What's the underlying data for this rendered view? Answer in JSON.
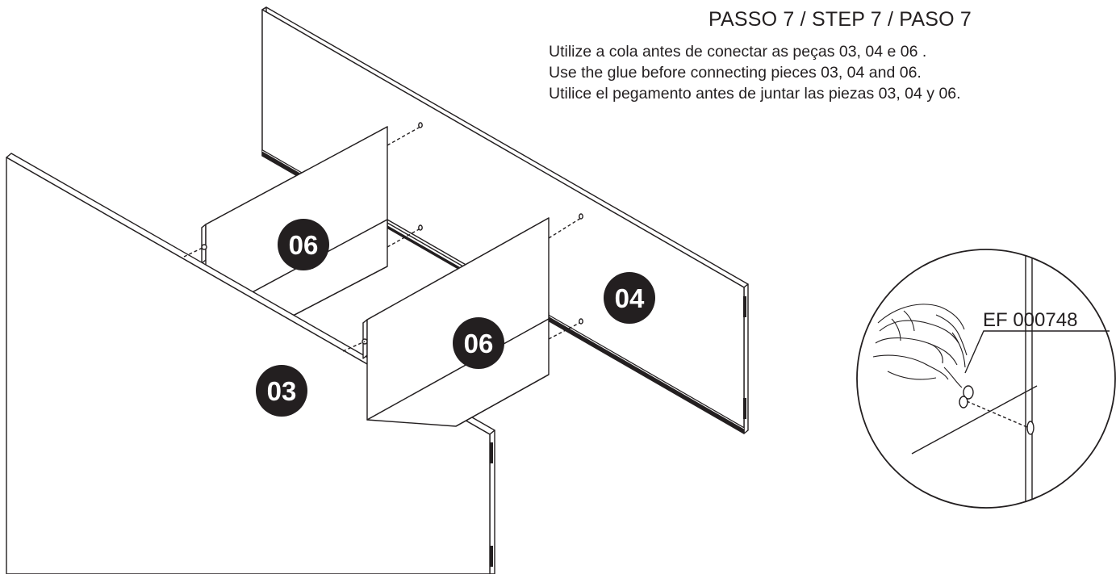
{
  "header": {
    "step_title": "PASSO 7 / STEP 7 / PASO 7",
    "instructions": {
      "pt": "Utilize a cola antes de conectar as peças 03, 04 e 06 .",
      "en": "Use the glue before connecting  pieces 03, 04 and 06.",
      "es": "Utilice el pegamento antes de juntar las piezas 03, 04 y 06."
    }
  },
  "pieces": {
    "front_panel": "03",
    "back_panel": "04",
    "divider_left": "06",
    "divider_right": "06"
  },
  "detail": {
    "part_code": "EF 000748"
  },
  "colors": {
    "line": "#231f20",
    "badge_fill": "#231f20",
    "badge_text": "#ffffff",
    "background": "#ffffff"
  }
}
